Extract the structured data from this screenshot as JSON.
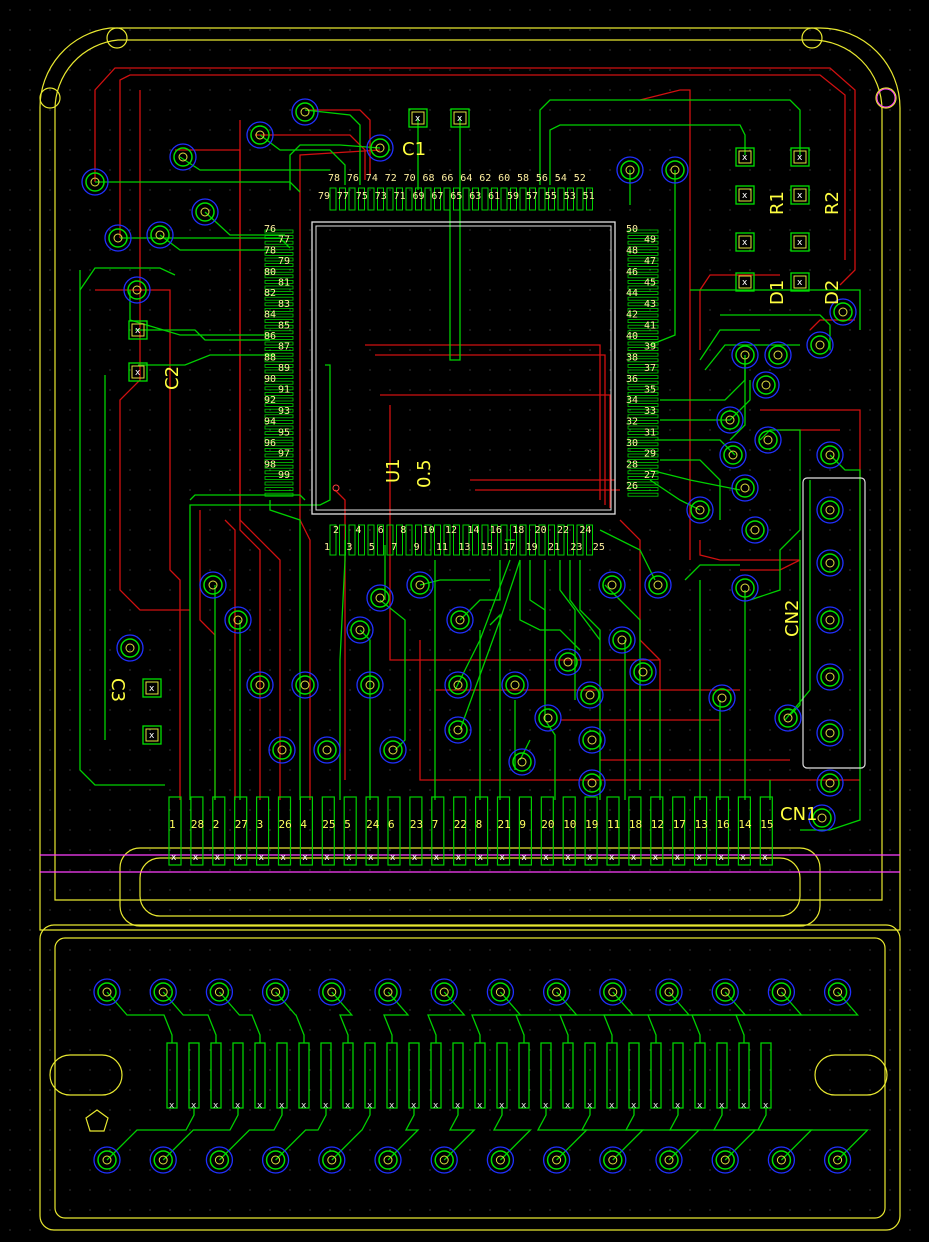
{
  "colors": {
    "background": "#000000",
    "top_copper": "#00d000",
    "bottom_copper": "#d01010",
    "silkscreen": "#ffff30",
    "via_ring": "#2030ff",
    "pad": "#00e000",
    "board_edge": "#ff40ff",
    "outline": "#e0e0e0"
  },
  "designators": {
    "c1": "C1",
    "c2": "C2",
    "c3": "C3",
    "r1": "R1",
    "r2": "R2",
    "d1": "D1",
    "d2": "D2",
    "u1": "U1",
    "u1_pitch": "0.5",
    "cn1": "CN1",
    "cn2": "CN2"
  },
  "u1_pins": {
    "top_row": [
      "78",
      "76",
      "74",
      "72",
      "70",
      "68",
      "66",
      "64",
      "62",
      "60",
      "58",
      "56",
      "54",
      "52"
    ],
    "top_row2": [
      "79",
      "77",
      "75",
      "73",
      "71",
      "69",
      "67",
      "65",
      "63",
      "61",
      "59",
      "57",
      "55",
      "53",
      "51"
    ],
    "left_col": [
      "76",
      "77",
      "78",
      "79",
      "80",
      "81",
      "82",
      "83",
      "84",
      "85",
      "86",
      "87",
      "88",
      "89",
      "90",
      "91",
      "92",
      "93",
      "94",
      "95",
      "96",
      "97",
      "98",
      "99"
    ],
    "right_col": [
      "50",
      "49",
      "48",
      "47",
      "46",
      "45",
      "44",
      "43",
      "42",
      "41",
      "40",
      "39",
      "38",
      "37",
      "36",
      "35",
      "34",
      "33",
      "32",
      "31",
      "30",
      "29",
      "28",
      "27",
      "26"
    ],
    "bottom_row": [
      "2",
      "4",
      "6",
      "8",
      "10",
      "12",
      "14",
      "16",
      "18",
      "20",
      "22",
      "24"
    ],
    "bottom_row2": [
      "1",
      "3",
      "5",
      "7",
      "9",
      "11",
      "13",
      "15",
      "17",
      "19",
      "21",
      "23",
      "25"
    ]
  },
  "cn1_pins": [
    "1",
    "28",
    "2",
    "27",
    "3",
    "26",
    "4",
    "25",
    "5",
    "24",
    "6",
    "23",
    "7",
    "22",
    "8",
    "21",
    "9",
    "20",
    "10",
    "19",
    "11",
    "18",
    "12",
    "17",
    "13",
    "16",
    "14",
    "15"
  ]
}
